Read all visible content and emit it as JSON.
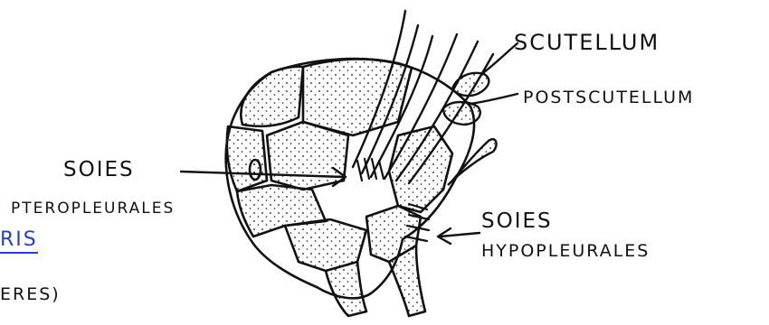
{
  "labels": {
    "scutellum": "SCUTELLUM",
    "postscutellum": "POSTSCUTELLUM",
    "soies_ptero_1": "SOIES",
    "soies_ptero_2": "PTEROPLEURALES",
    "soies_hypo_1": "SOIES",
    "soies_hypo_2": "HYPOPLEURALES",
    "partial_left_1": "RIS",
    "partial_left_2": "ERES)"
  },
  "colors": {
    "ink": "#111111",
    "blue_ink": "#2a3fb8",
    "background": "#ffffff"
  }
}
